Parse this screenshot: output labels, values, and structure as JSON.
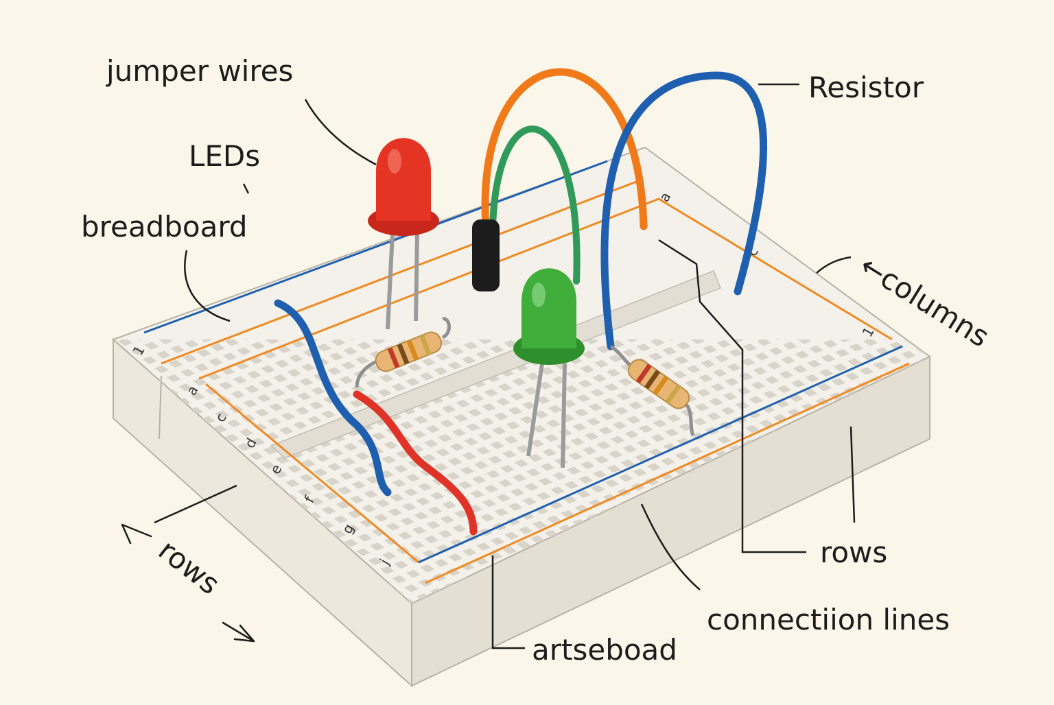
{
  "labels": {
    "jumper_wires": "jumper wires",
    "leds": "LEDs",
    "breadboard": "breadboard",
    "resistor": "Resistor",
    "columns": "←columns",
    "rows_right": "rows",
    "rows_left": "rows",
    "connection_lines": "connectiion lines",
    "artseboad": "artseboad"
  },
  "row_letters": [
    "a",
    "c",
    "d",
    "e",
    "f",
    "g",
    "j"
  ],
  "edge_marks": {
    "top_a": "a",
    "top_c": "c",
    "left_1": "1",
    "right_1": "1"
  },
  "colors": {
    "background": "#fbf6ea",
    "board_top": "#f4f1ea",
    "board_side": "#e8e4da",
    "hole": "#d9d5cc",
    "rail_blue": "#1f5fb0",
    "rail_orange": "#f08a24",
    "led_red": "#e53324",
    "led_green": "#3fae3a",
    "wire_orange": "#f07a1a",
    "wire_green": "#2f9a5a",
    "wire_blue": "#1f5fb0",
    "wire_red": "#e03328",
    "resistor_body": "#e8b672"
  },
  "icons": {
    "led_red": "red-led-icon",
    "led_green": "green-led-icon",
    "resistor": "resistor-icon"
  }
}
